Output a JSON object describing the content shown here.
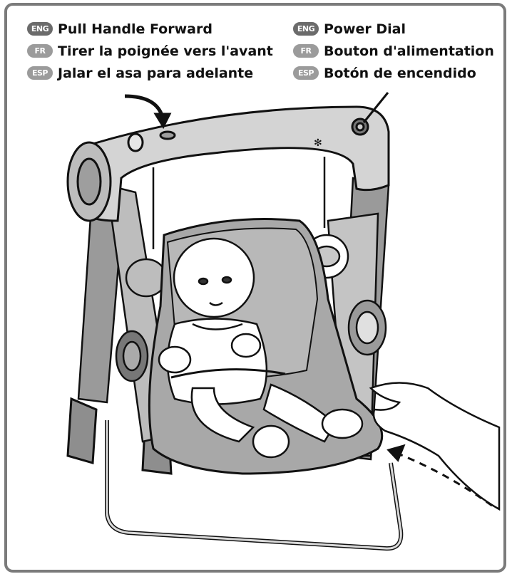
{
  "labels": {
    "left": [
      {
        "lang": "ENG",
        "text": "Pull Handle Forward"
      },
      {
        "lang": "FR",
        "text": "Tirer la poignée vers l'avant"
      },
      {
        "lang": "ESP",
        "text": "Jalar el asa para adelante"
      }
    ],
    "right": [
      {
        "lang": "ENG",
        "text": "Power Dial"
      },
      {
        "lang": "FR",
        "text": "Bouton d'alimentation"
      },
      {
        "lang": "ESP",
        "text": "Botón de encendido"
      }
    ]
  },
  "colors": {
    "frame": "#7b7b7b",
    "badge_dark": "#6b6b6b",
    "badge_light": "#9b9b9b",
    "seat": "#a8a8a8",
    "line": "#111111"
  }
}
